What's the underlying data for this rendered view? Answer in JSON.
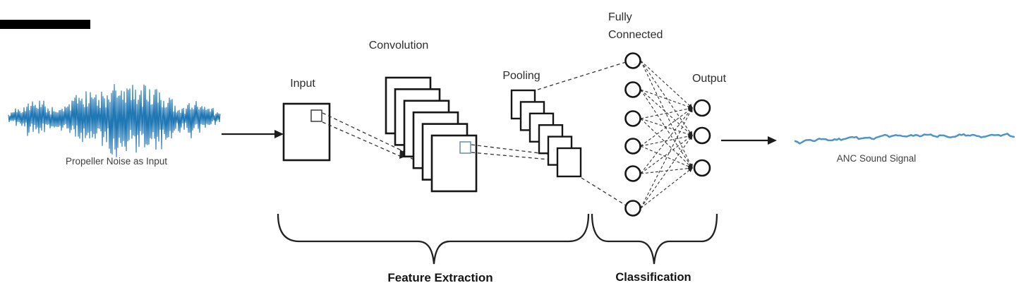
{
  "figure": {
    "description_labels": {
      "input": "Input",
      "convolution": "Convolution",
      "pooling": "Pooling",
      "fully_connected": "Fully\nConnected",
      "output": "Output",
      "input_caption": "Propeller Noise as Input",
      "output_caption": "ANC Sound Signal",
      "stage_left": "Feature Extraction",
      "stage_right": "Classification"
    },
    "colors": {
      "input_waveform": "#1f77b4",
      "anc_waveform": "#4d94c8",
      "outline": "#161616",
      "dashed": "#333333",
      "inner_square_input": "#4a4a4a",
      "inner_square_conv": "#7295b5",
      "black_bar": "#000000"
    },
    "network": {
      "conv_maps": 6,
      "pooling_maps": 6,
      "fully_connected_neurons": 6,
      "output_neurons": 3
    }
  }
}
